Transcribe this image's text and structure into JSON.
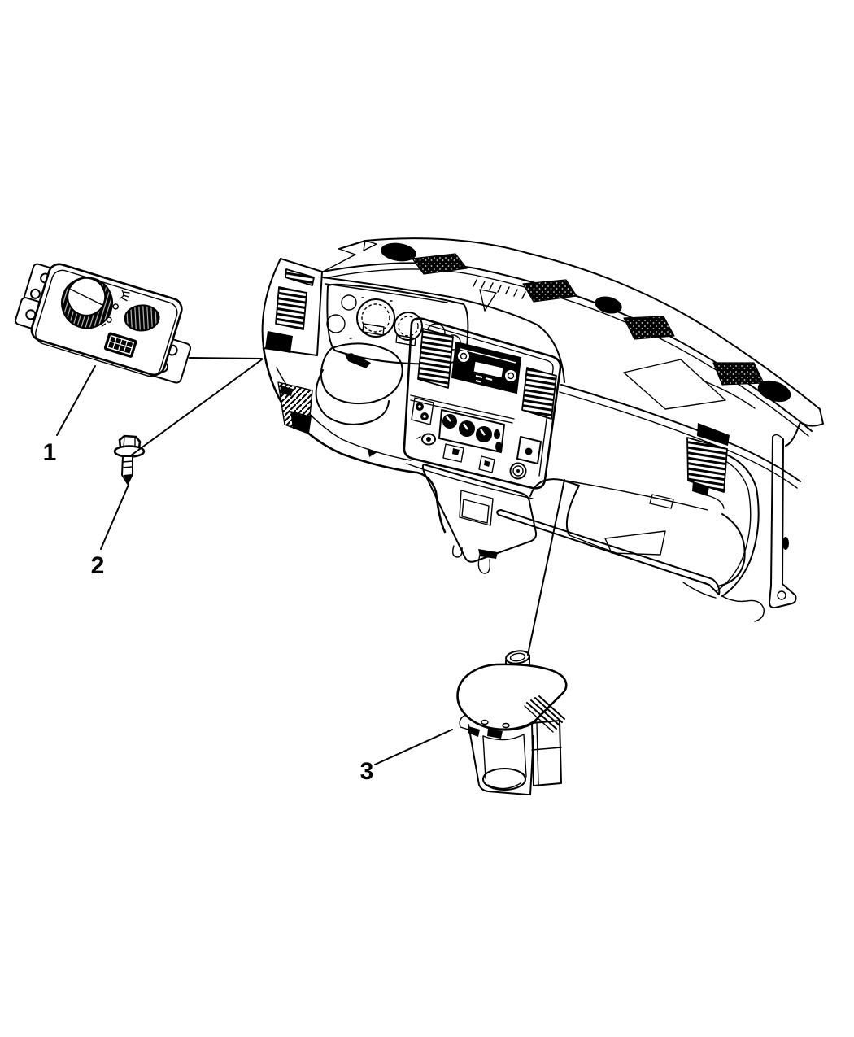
{
  "figure": {
    "kind": "parts-diagram-line-art",
    "background_color": "#ffffff",
    "line_color": "#000000",
    "subject": "instrument-panel-switches"
  },
  "callouts": [
    {
      "label": "1",
      "part": "headlamp-switch-module"
    },
    {
      "label": "2",
      "part": "mounting-screw"
    },
    {
      "label": "3",
      "part": "plunger-switch"
    }
  ]
}
